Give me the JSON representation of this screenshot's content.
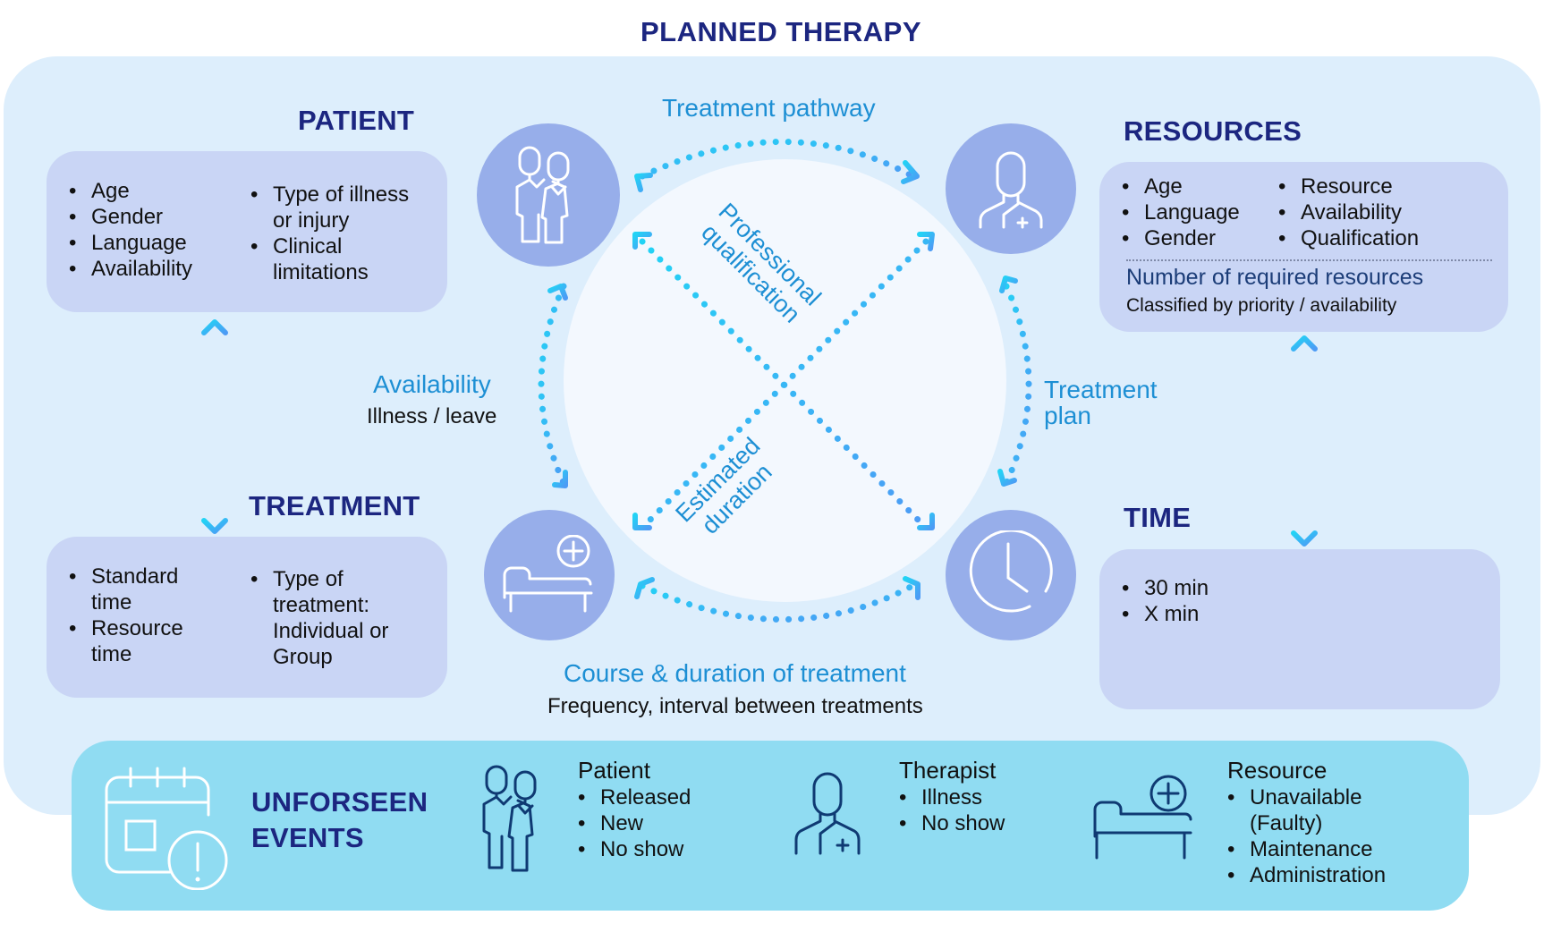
{
  "title": "PLANNED THERAPY",
  "patient": {
    "heading": "PATIENT",
    "col1": [
      "Age",
      "Gender",
      "Language",
      "Availability"
    ],
    "col2": [
      "Type of illness or injury",
      "Clinical limitations"
    ]
  },
  "treatment": {
    "heading": "TREATMENT",
    "col1": [
      "Standard time",
      "Resource time"
    ],
    "col2": [
      "Type of treatment: Individual or Group"
    ]
  },
  "resources": {
    "heading": "RESOURCES",
    "col1": [
      "Age",
      "Language",
      "Gender"
    ],
    "col2": [
      "Resource",
      "Availability",
      "Qualification"
    ],
    "note_title": "Number of required resources",
    "note_sub": "Classified by priority / availability"
  },
  "time": {
    "heading": "TIME",
    "items": [
      "30 min",
      "X min"
    ]
  },
  "center": {
    "treatment_pathway": "Treatment pathway",
    "availability": "Availability",
    "availability_sub": "Illness / leave",
    "treatment_plan_line1": "Treatment",
    "treatment_plan_line2": "plan",
    "professional_line1": "Professional",
    "professional_line2": "qualification",
    "estimated_line1": "Estimated",
    "estimated_line2": "duration",
    "course": "Course & duration of treatment",
    "course_sub": "Frequency, interval between treatments"
  },
  "icons": {
    "patient": "two-people-icon",
    "resources": "therapist-icon",
    "treatment": "bed-plus-icon",
    "time": "clock-icon",
    "events": "calendar-alert-icon"
  },
  "events": {
    "heading_line1": "UNFORSEEN",
    "heading_line2": "EVENTS",
    "groups": [
      {
        "title": "Patient",
        "items": [
          "Released",
          "New",
          "No show"
        ]
      },
      {
        "title": "Therapist",
        "items": [
          "Illness",
          "No show"
        ]
      },
      {
        "title": "Resource",
        "items": [
          "Unavailable (Faulty)",
          "Maintenance",
          "Administration"
        ]
      }
    ]
  },
  "colors": {
    "heading": "#1c2680",
    "accent_blue": "#1d8fd4",
    "panel": "#ddeefc",
    "box": "#c9d5f5",
    "icon_circle": "#97aeea",
    "events_panel": "#90dcf2",
    "arrow_start": "#22d3f5",
    "arrow_end": "#4d9bf5"
  }
}
